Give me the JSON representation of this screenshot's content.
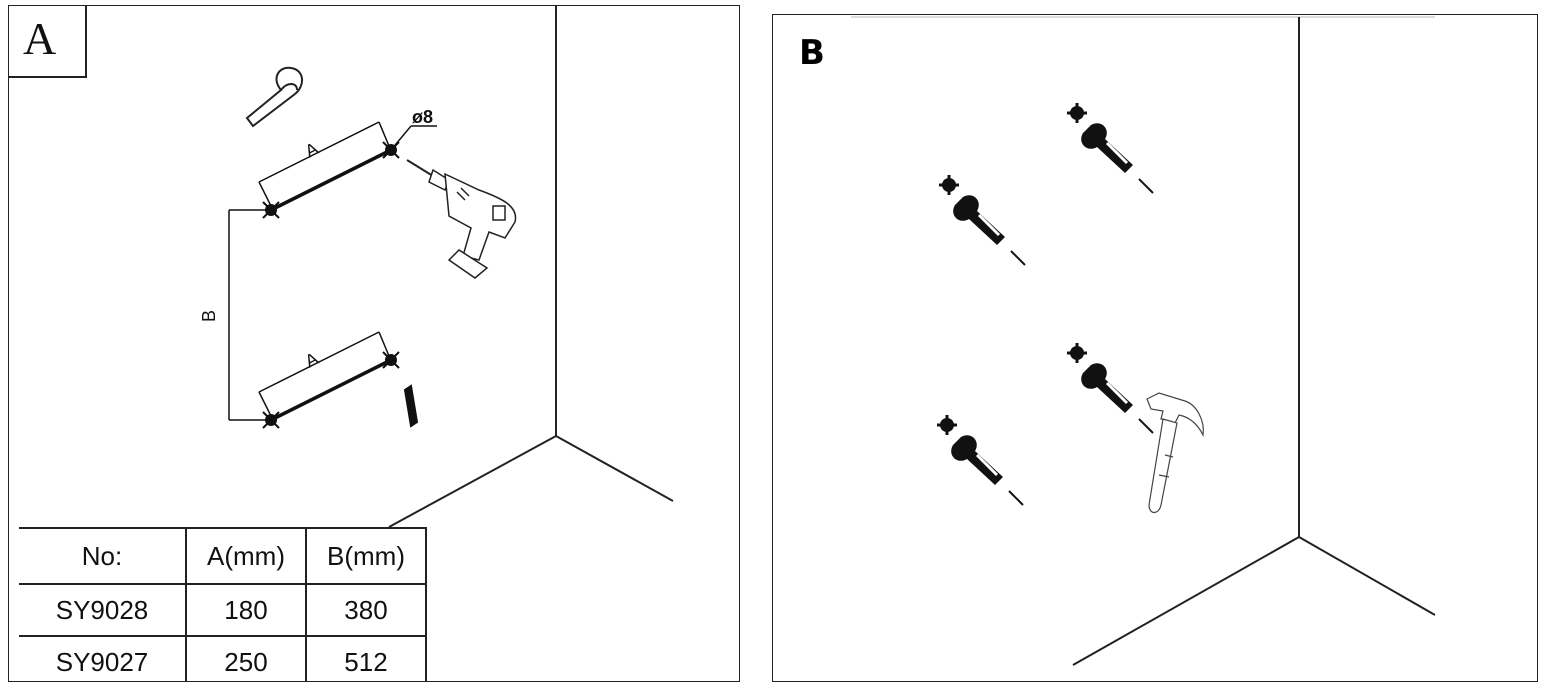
{
  "panel_a": {
    "label": "A",
    "dimension_labels": {
      "a_top": "A",
      "a_bottom": "A",
      "b": "B",
      "hole": "ø8"
    },
    "table": {
      "headers": [
        "No:",
        "A(mm)",
        "B(mm)"
      ],
      "rows": [
        [
          "SY9028",
          "180",
          "380"
        ],
        [
          "SY9027",
          "250",
          "512"
        ]
      ]
    }
  },
  "panel_b": {
    "label": "B"
  }
}
